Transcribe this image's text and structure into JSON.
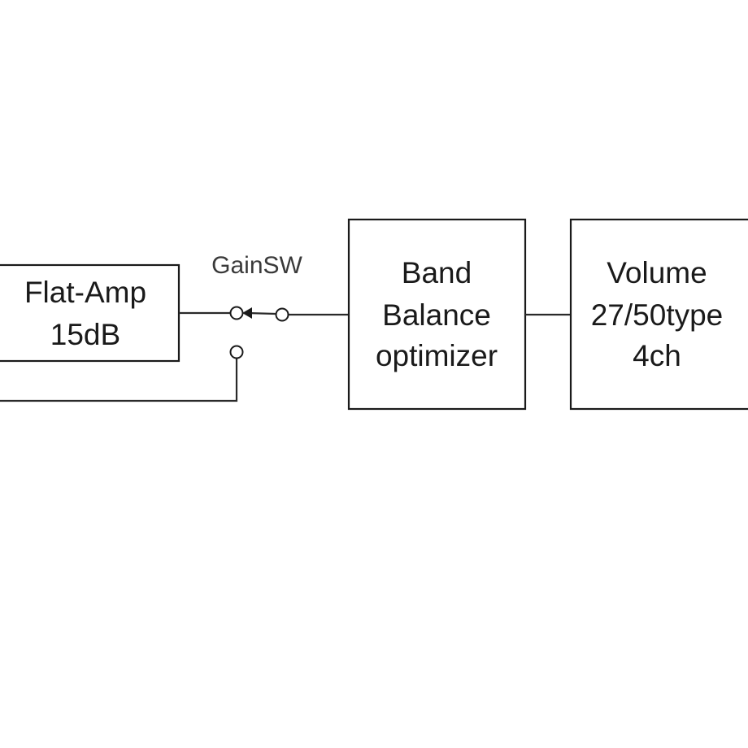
{
  "blocks": {
    "flat_amp": {
      "line1": "Flat-Amp",
      "line2": "15dB"
    },
    "band_balance": {
      "line1": "Band",
      "line2": "Balance",
      "line3": "optimizer"
    },
    "volume": {
      "line1": "Volume",
      "line2": "27/50type",
      "line3": "4ch"
    }
  },
  "switch": {
    "label": "GainSW"
  },
  "colors": {
    "line": "#1a1a1a",
    "background": "#ffffff"
  }
}
